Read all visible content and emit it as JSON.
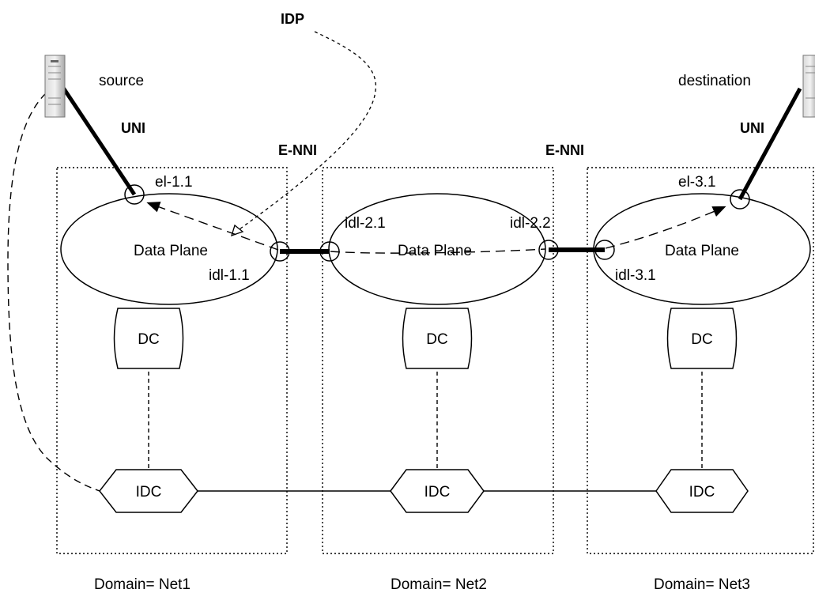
{
  "labels": {
    "idp": "IDP",
    "source": "source",
    "destination": "destination",
    "uni_left": "UNI",
    "uni_right": "UNI",
    "enni_left": "E-NNI",
    "enni_right": "E-NNI",
    "el_1_1": "el-1.1",
    "el_3_1": "el-3.1",
    "idl_1_1": "idl-1.1",
    "idl_2_1": "idl-2.1",
    "idl_2_2": "idl-2.2",
    "idl_3_1": "idl-3.1"
  },
  "domains": [
    {
      "name": "Domain= Net1",
      "plane": "Data Plane",
      "dc": "DC",
      "idc": "IDC"
    },
    {
      "name": "Domain= Net2",
      "plane": "Data Plane",
      "dc": "DC",
      "idc": "IDC"
    },
    {
      "name": "Domain= Net3",
      "plane": "Data Plane",
      "dc": "DC",
      "idc": "IDC"
    }
  ]
}
